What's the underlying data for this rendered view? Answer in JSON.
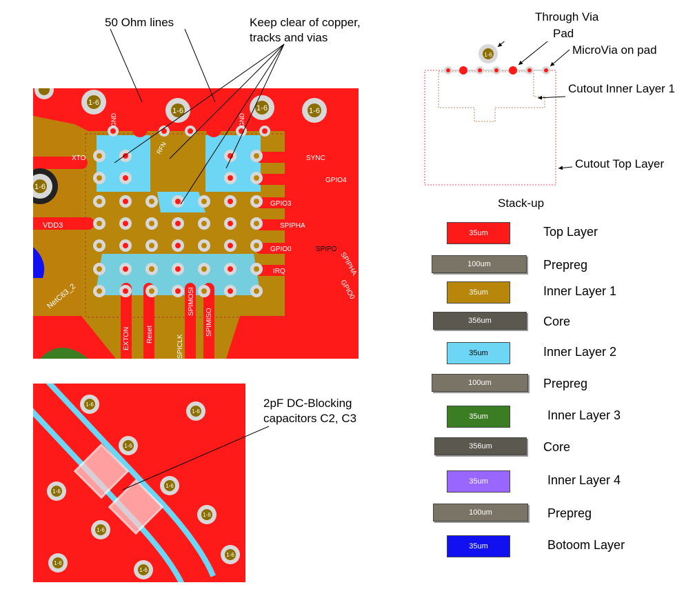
{
  "colors": {
    "top_layer": "#ff1a1a",
    "inner_layer_1": "#b8860b",
    "inner_layer_2": "#6dd6f5",
    "inner_layer_3": "#3b7d23",
    "inner_layer_4": "#9966ff",
    "bottom_layer": "#1010f0",
    "prepreg": "#7a7466",
    "core": "#5b5850",
    "via_pad": "#d8d8d8",
    "via_center": "#8b6d00"
  },
  "annotations": {
    "fifty_ohm": "50 Ohm lines",
    "keep_clear_line1": "Keep clear of copper,",
    "keep_clear_line2": "tracks and vias",
    "dc_block_line1": "2pF DC-Blocking",
    "dc_block_line2": "capacitors C2, C3"
  },
  "layout_legend": {
    "through_via": "Through Via",
    "pad": "Pad",
    "microvia": "MicroVia on pad",
    "cutout_inner": "Cutout Inner Layer 1",
    "cutout_top": "Cutout Top Layer",
    "via_label": "1-6"
  },
  "stackup": {
    "title": "Stack-up",
    "layers": [
      {
        "thickness": "35um",
        "name": "Top Layer",
        "color_key": "top_layer"
      },
      {
        "thickness": "100um",
        "name": "Prepreg",
        "color_key": "prepreg"
      },
      {
        "thickness": "35um",
        "name": "Inner Layer 1",
        "color_key": "inner_layer_1"
      },
      {
        "thickness": "356um",
        "name": "Core",
        "color_key": "core"
      },
      {
        "thickness": "35um",
        "name": "Inner Layer 2",
        "color_key": "inner_layer_2"
      },
      {
        "thickness": "100um",
        "name": "Prepreg",
        "color_key": "prepreg"
      },
      {
        "thickness": "35um",
        "name": "Inner Layer 3",
        "color_key": "inner_layer_3"
      },
      {
        "thickness": "356um",
        "name": "Core",
        "color_key": "core"
      },
      {
        "thickness": "35um",
        "name": "Inner Layer 4",
        "color_key": "inner_layer_4"
      },
      {
        "thickness": "100um",
        "name": "Prepreg",
        "color_key": "prepreg"
      },
      {
        "thickness": "35um",
        "name": "Botoom Layer",
        "color_key": "bottom_layer"
      }
    ]
  },
  "pcb_labels": {
    "xto": "XTO",
    "vdd3": "VDD3",
    "netc63": "NetC63_2",
    "sync": "SYNC",
    "gpio4": "GPIO4",
    "gpio3": "GPIO3",
    "spipha": "SPIPHA",
    "gpio0": "GPIO0",
    "spipo": "SPIPO",
    "irq": "IRQ",
    "extn": "EXTON",
    "reset": "Reset",
    "spiclk": "SPICLK",
    "spimosi": "SPIMOSI",
    "spimiso": "SPIMISO",
    "gnd": "GND",
    "rfn": "RFN",
    "spiph_side": "SPIPHA",
    "gpio0_side": "GPIO0"
  }
}
